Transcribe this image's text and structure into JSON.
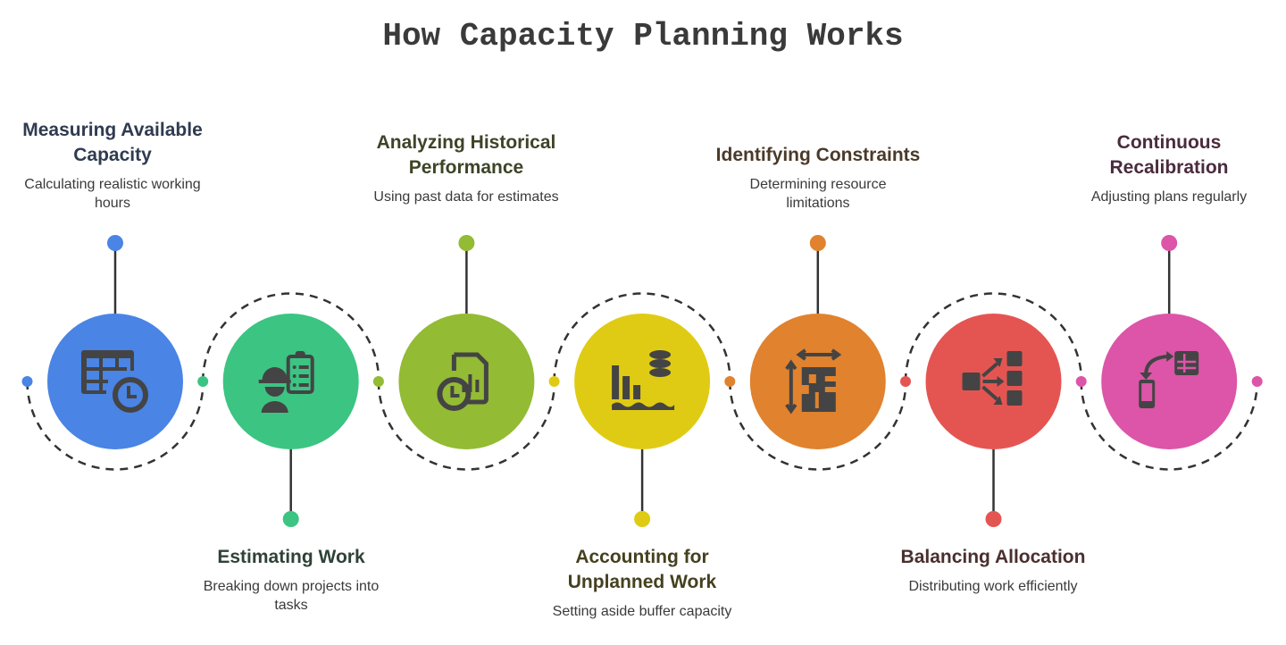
{
  "title": "How Capacity Planning Works",
  "steps": [
    {
      "title": "Measuring Available Capacity",
      "desc": "Calculating realistic working hours",
      "color": "#4a84e4",
      "text_color": "#2f3b50",
      "icon": "table-clock-icon",
      "position": "top"
    },
    {
      "title": "Estimating Work",
      "desc": "Breaking down projects into tasks",
      "color": "#3cc482",
      "text_color": "#2f4237",
      "icon": "worker-clipboard-icon",
      "position": "bottom"
    },
    {
      "title": "Analyzing Historical Performance",
      "desc": "Using past data for estimates",
      "color": "#93bb34",
      "text_color": "#3d4427",
      "icon": "report-clock-icon",
      "position": "top"
    },
    {
      "title": "Accounting for Unplanned Work",
      "desc": "Setting aside buffer capacity",
      "color": "#e0cb14",
      "text_color": "#45401f",
      "icon": "chart-database-icon",
      "position": "bottom"
    },
    {
      "title": "Identifying Constraints",
      "desc": "Determining resource limitations",
      "color": "#e0822e",
      "text_color": "#4a3a2a",
      "icon": "dimensions-icon",
      "position": "top"
    },
    {
      "title": "Balancing Allocation",
      "desc": "Distributing work efficiently",
      "color": "#e45552",
      "text_color": "#4a2f2f",
      "icon": "distribution-icon",
      "position": "bottom"
    },
    {
      "title": "Continuous Recalibration",
      "desc": "Adjusting plans regularly",
      "color": "#dc55a8",
      "text_color": "#4a2b3d",
      "icon": "device-sync-icon",
      "position": "top"
    }
  ]
}
